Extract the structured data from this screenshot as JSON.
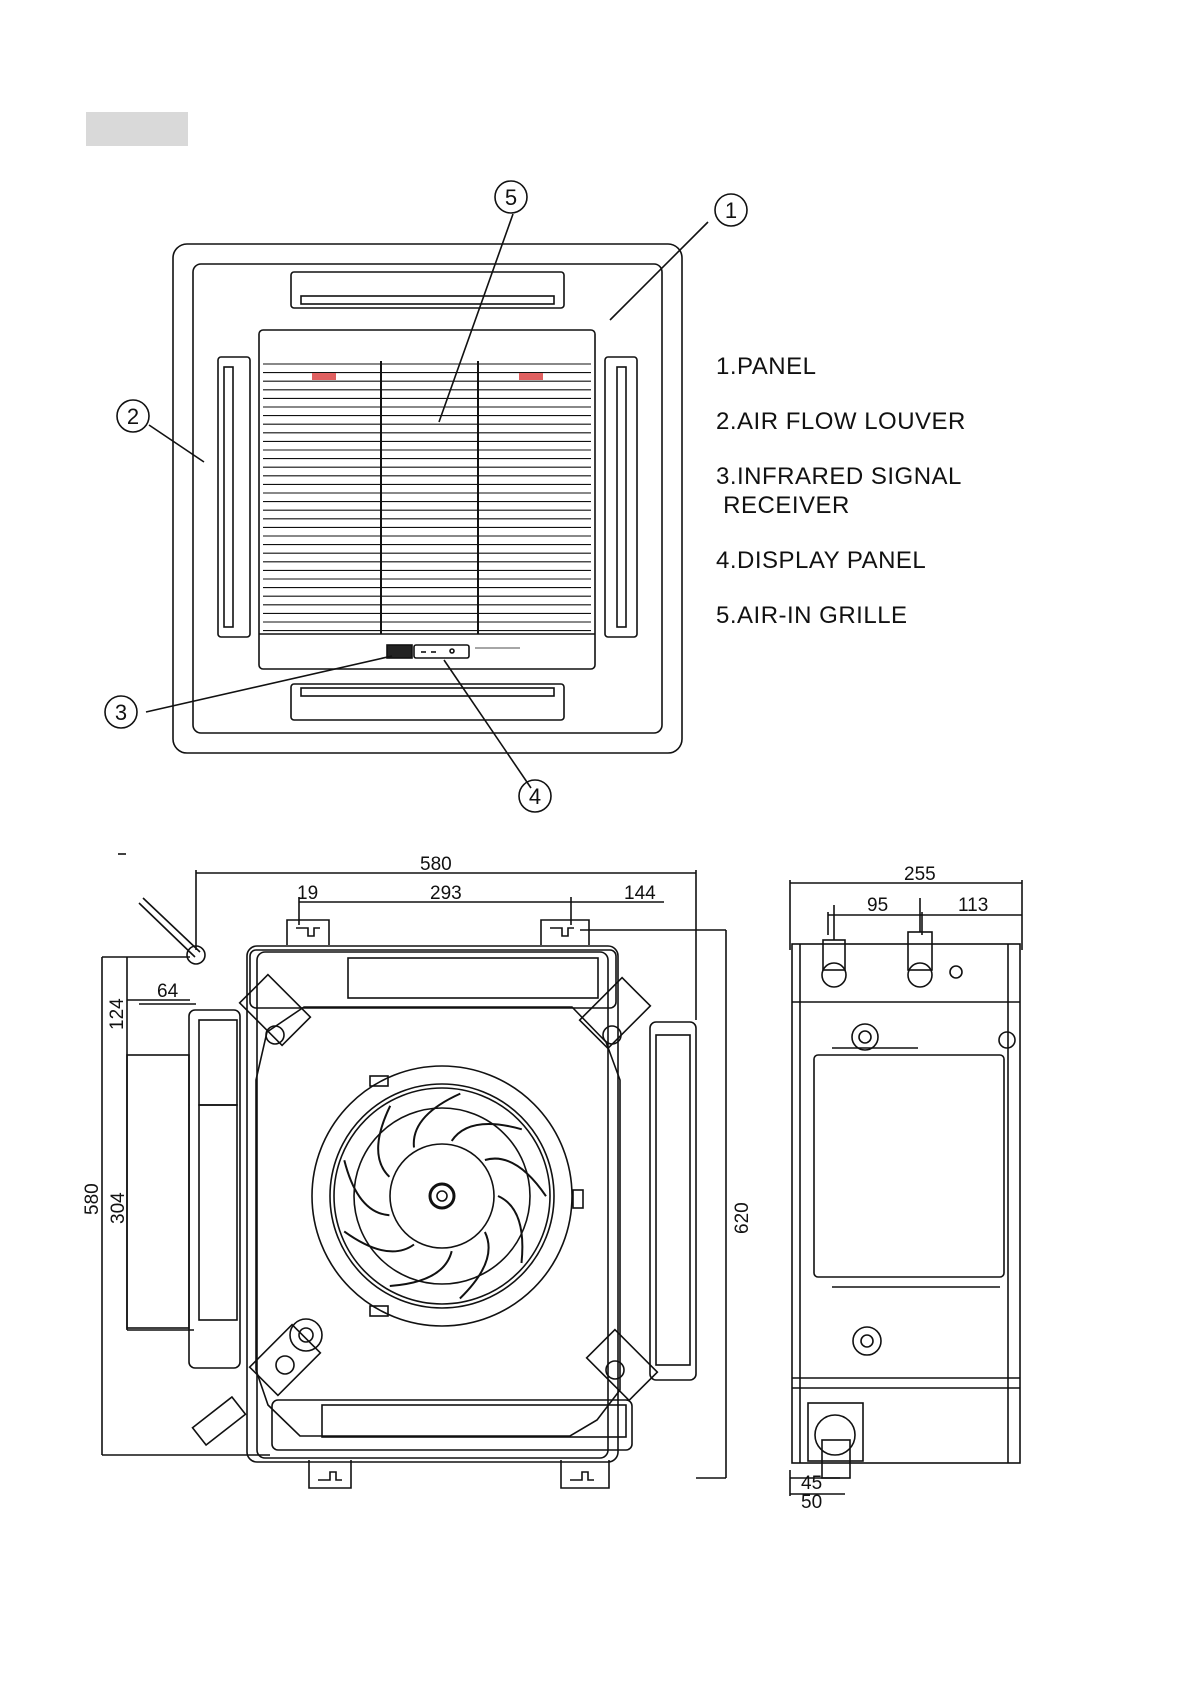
{
  "legend": {
    "item1": "1.PANEL",
    "item2": "2.AIR FLOW LOUVER",
    "item3_line1": "3.INFRARED SIGNAL",
    "item3_line2": " RECEIVER",
    "item4": "4.DISPLAY PANEL",
    "item5": "5.AIR-IN GRILLE"
  },
  "callouts": {
    "c1": "1",
    "c2": "2",
    "c3": "3",
    "c4": "4",
    "c5": "5"
  },
  "dimensions": {
    "bottom_width_total": "580",
    "bottom_d19": "19",
    "bottom_d293": "293",
    "bottom_d144": "144",
    "bottom_d64": "64",
    "bottom_d124": "124",
    "bottom_d580_vertical": "580",
    "bottom_d304": "304",
    "bottom_d620": "620",
    "side_width": "255",
    "side_d95": "95",
    "side_d113": "113",
    "side_d45": "45",
    "side_d50": "50"
  },
  "colors": {
    "line": "#111111",
    "indicator": "#e06060",
    "tab_block": "#d9d9d9"
  }
}
